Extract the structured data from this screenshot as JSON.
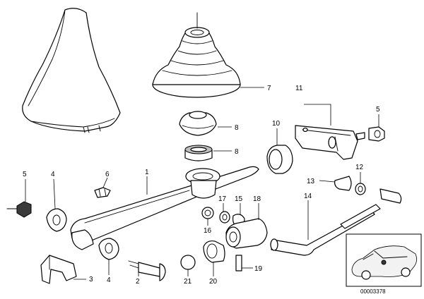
{
  "callouts": {
    "c1": "1",
    "c2": "2",
    "c3": "3",
    "c4a": "4",
    "c4b": "4",
    "c5a": "5",
    "c5b": "5",
    "c6": "6",
    "c7": "7",
    "c8a": "8",
    "c8b": "8",
    "c10": "10",
    "c11": "11",
    "c12": "12",
    "c13": "13",
    "c14": "14",
    "c15": "15",
    "c16": "16",
    "c17": "17",
    "c18": "18",
    "c19": "19",
    "c20": "20",
    "c21": "21"
  },
  "document_number": "00003378"
}
